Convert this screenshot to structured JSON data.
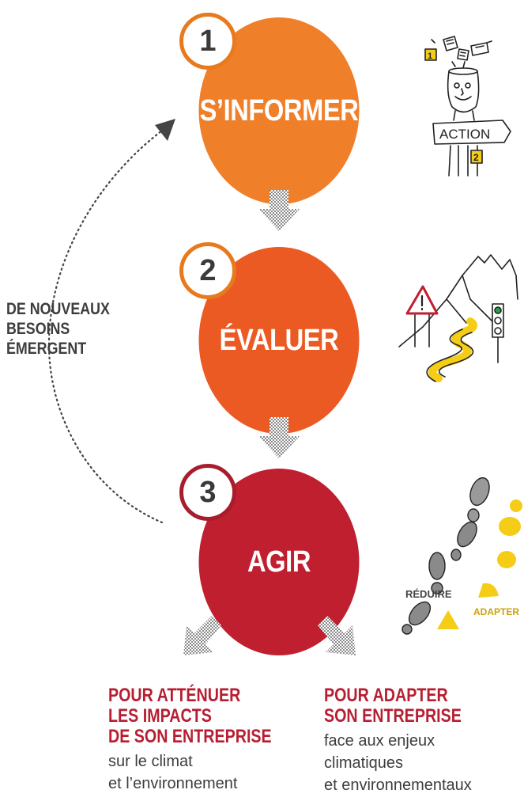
{
  "steps": [
    {
      "number": "1",
      "label": "S’INFORMER",
      "color": "#f07f2a"
    },
    {
      "number": "2",
      "label": "ÉVALUER",
      "color": "#ec5a24"
    },
    {
      "number": "3",
      "label": "AGIR",
      "color": "#c01f30"
    }
  ],
  "loop_label": [
    "DE NOUVEAUX",
    "BESOINS",
    "ÉMERGENT"
  ],
  "illustrations": {
    "step1_sign": "ACTION",
    "step1_tags": [
      "1",
      "2"
    ],
    "step3_words": [
      "RÉDUIRE",
      "ADAPTER"
    ]
  },
  "outcomes": [
    {
      "title": [
        "POUR  ATTÉNUER",
        "LES IMPACTS",
        "DE SON ENTREPRISE"
      ],
      "text": [
        "sur le climat",
        "et l’environnement"
      ]
    },
    {
      "title": [
        "POUR ADAPTER",
        "SON ENTREPRISE"
      ],
      "text": [
        "face aux enjeux",
        "climatiques",
        "et environnementaux"
      ]
    }
  ],
  "colors": {
    "badge_border": "#e87a1e",
    "text_dark": "#3d3d3d",
    "accent_red": "#b81e32",
    "yellow": "#f5cc16"
  }
}
